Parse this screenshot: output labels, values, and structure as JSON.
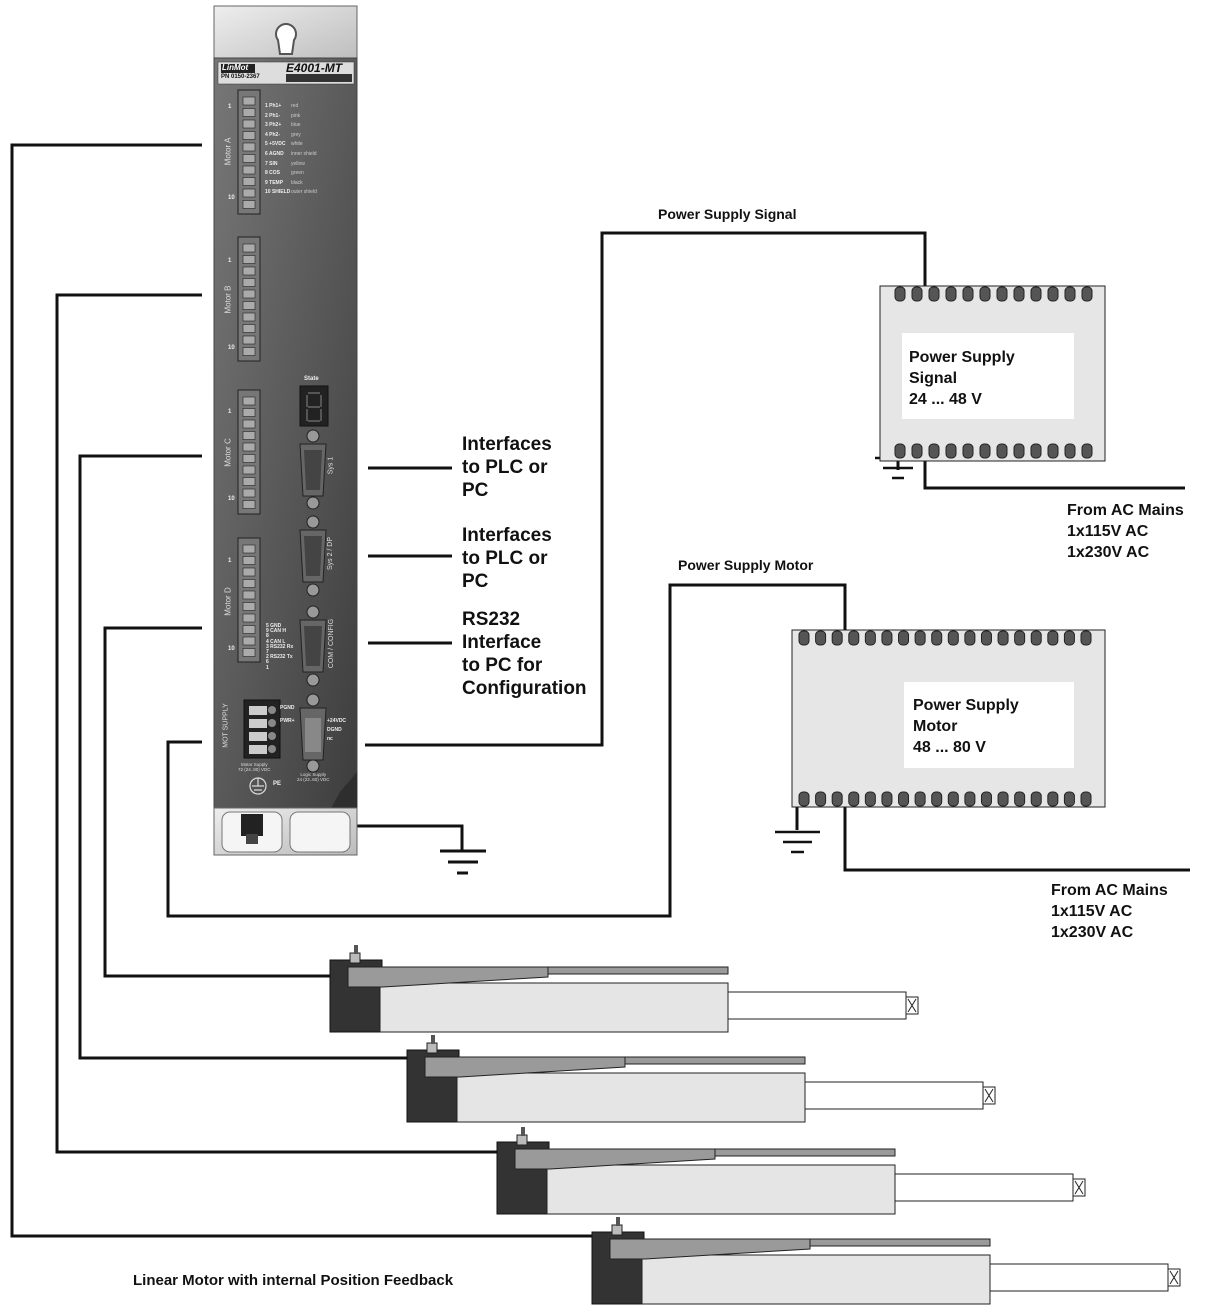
{
  "controller": {
    "brand": "LinMot",
    "model": "E4001-MT",
    "part_number": "PN 0150-2367",
    "motor_a_label": "Motor A",
    "motor_b_label": "Motor B",
    "motor_c_label": "Motor C",
    "motor_d_label": "Motor D",
    "pin_first": "1",
    "pin_last": "10",
    "pins": [
      {
        "name": "1 Ph1+",
        "color": "red"
      },
      {
        "name": "2 Ph1-",
        "color": "pink"
      },
      {
        "name": "3 Ph2+",
        "color": "blue"
      },
      {
        "name": "4 Ph2-",
        "color": "grey"
      },
      {
        "name": "5 +5VDC",
        "color": "white"
      },
      {
        "name": "6 AGND",
        "color": "inner shield"
      },
      {
        "name": "7 SIN",
        "color": "yellow"
      },
      {
        "name": "8 COS",
        "color": "green"
      },
      {
        "name": "9 TEMP",
        "color": "black"
      },
      {
        "name": "10 SHIELD",
        "color": "outer shield"
      }
    ],
    "state_label": "State",
    "sys1_label": "Sys 1",
    "sys2_label": "Sys 2 / DP",
    "com_label": "COM / CONFIG",
    "com_pins": [
      "5 GND",
      "9 CAN H",
      "8",
      "4 CAN L",
      "3 RS232 Rx",
      "7",
      "2 RS232 Tx",
      "6",
      "1"
    ],
    "mot_supply_label": "MOT SUPPLY",
    "pgnd": "PGND",
    "pwr": "PWR+",
    "motor_supply_caption": "Motor Supply\n72 (24..80) VDC",
    "logic_pins": [
      "+24VDC",
      "DGND",
      "nc"
    ],
    "logic_supply_caption": "Logic Supply\n24 (22..60) VDC",
    "pe_label": "PE"
  },
  "labels": {
    "interfaces_1": "Interfaces\nto PLC or\nPC",
    "interfaces_2": "Interfaces\nto PLC or\nPC",
    "rs232": "RS232\nInterface\nto PC for\nConfiguration",
    "psu_signal_title": "Power Supply Signal",
    "psu_motor_title": "Power Supply Motor",
    "ac_mains_1": "From AC Mains\n1x115V AC\n1x230V AC",
    "ac_mains_2": "From AC Mains\n1x115V AC\n1x230V AC",
    "linear_motor_caption": "Linear Motor with internal Position Feedback"
  },
  "psu_signal": {
    "name": "Power Supply\nSignal",
    "voltage": "24 ... 48 V"
  },
  "psu_motor": {
    "name": "Power Supply\nMotor",
    "voltage": "48 ... 80 V"
  },
  "colors": {
    "housing": "#555555",
    "wire": "#111111",
    "psu_body": "#e6e6e6",
    "motor_light": "#e5e5e5",
    "motor_mid": "#9a9a9a",
    "motor_dark": "#333333"
  }
}
